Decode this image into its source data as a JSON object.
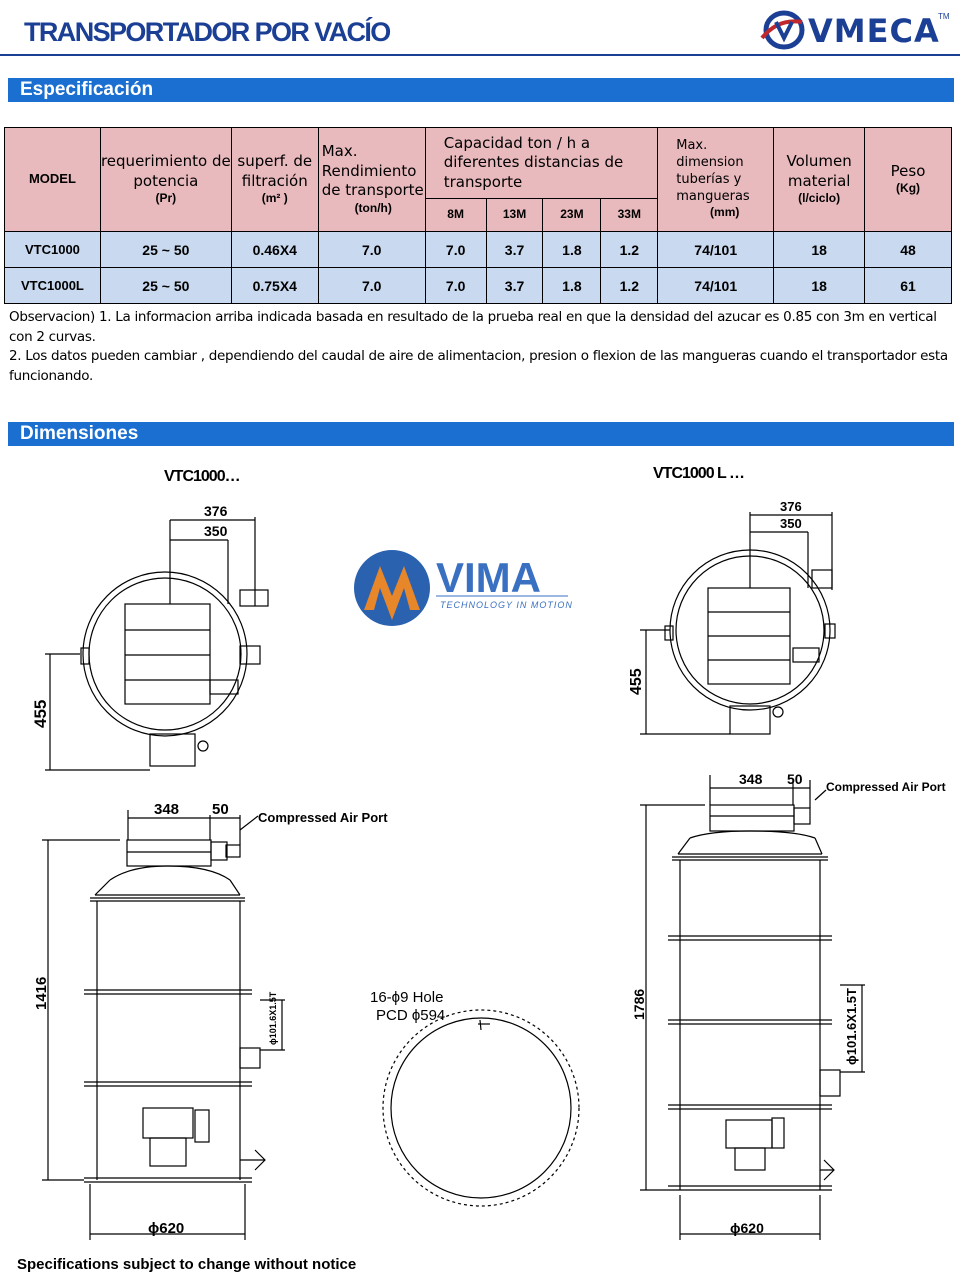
{
  "header": {
    "title": "TRANSPORTADOR POR VACÍO",
    "brand": "VMECA",
    "brand_tm": "TM",
    "brand_color": "#1b3f95"
  },
  "sections": {
    "spec_title": "Especificación",
    "dim_title": "Dimensiones",
    "bar_color": "#1a6fd1"
  },
  "table": {
    "headers": {
      "model": "MODEL",
      "power": "requerimiento de potencia",
      "power_unit": "(Pr)",
      "filter": "superf. de filtración",
      "filter_unit": "(m² )",
      "throughput": "Max. Rendimiento de transporte",
      "throughput_unit": "(ton/h)",
      "capacity": "Capacidad ton / h a diferentes distancias de transporte",
      "dist_8": "8M",
      "dist_13": "13M",
      "dist_23": "23M",
      "dist_33": "33M",
      "pipe": "Max. dimension tuberías y mangueras",
      "pipe_unit": "(mm)",
      "volume": "Volumen material",
      "volume_unit": "(l/ciclo)",
      "weight": "Peso",
      "weight_unit": "(Kg)"
    },
    "rows": [
      {
        "model": "VTC1000",
        "power": "25 ~ 50",
        "filter": "0.46X4",
        "throughput": "7.0",
        "d8": "7.0",
        "d13": "3.7",
        "d23": "1.8",
        "d33": "1.2",
        "pipe": "74/101",
        "volume": "18",
        "weight": "48"
      },
      {
        "model": "VTC1000L",
        "power": "25 ~ 50",
        "filter": "0.75X4",
        "throughput": "7.0",
        "d8": "7.0",
        "d13": "3.7",
        "d23": "1.8",
        "d33": "1.2",
        "pipe": "74/101",
        "volume": "18",
        "weight": "61"
      }
    ],
    "header_color": "#e8b9bd",
    "row_color": "#c9d9ef"
  },
  "notes": {
    "line1": "Observacion) 1. La informacion arriba indicada basada en resultado de la prueba real en que la densidad del azucar es 0.85 con 3m en vertical con 2 curvas.",
    "line2": "2. Los datos pueden cambiar , dependiendo del caudal de aire de alimentacion, presion o flexion de las mangueras cuando el transportador esta funcionando."
  },
  "drawings": {
    "left_label": "VTC1000…",
    "right_label": "VTC1000 L …",
    "dim_376": "376",
    "dim_350": "350",
    "dim_455": "455",
    "dim_348": "348",
    "dim_50": "50",
    "dim_1416": "1416",
    "dim_1786": "1786",
    "dim_620": "ϕ620",
    "dim_pipe": "ϕ101.6X1.5T",
    "air_port": "Compressed Air Port",
    "hole_line1": "16-ϕ9 Hole",
    "hole_line2": "PCD ϕ594",
    "watermark": "VIMA",
    "watermark_sub": "TECHNOLOGY IN MOTION"
  },
  "footer": {
    "note": "Specifications subject to change without notice"
  }
}
